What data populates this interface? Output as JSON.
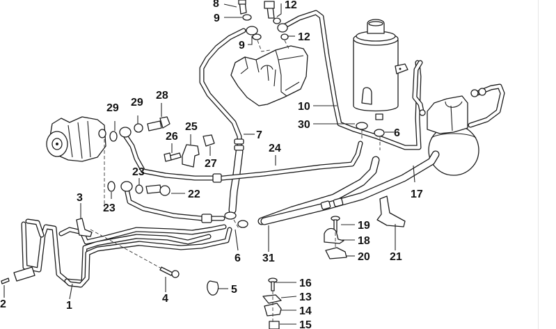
{
  "diagram": {
    "title": "Power steering hydraulic lines exploded parts diagram",
    "colors": {
      "line": "#1a1a1a",
      "background": "#ffffff",
      "label": "#111111"
    },
    "callouts": [
      {
        "id": "c1",
        "label": "1",
        "part": "cooling-coil-line"
      },
      {
        "id": "c2",
        "label": "2",
        "part": "screw"
      },
      {
        "id": "c3",
        "label": "3",
        "part": "bracket"
      },
      {
        "id": "c4",
        "label": "4",
        "part": "bolt"
      },
      {
        "id": "c5",
        "label": "5",
        "part": "grommet"
      },
      {
        "id": "c6a",
        "label": "6",
        "part": "hose-clamp"
      },
      {
        "id": "c6b",
        "label": "6",
        "part": "hose-clamp"
      },
      {
        "id": "c7",
        "label": "7",
        "part": "pressure-line"
      },
      {
        "id": "c8",
        "label": "8",
        "part": "banjo-bolt"
      },
      {
        "id": "c9a",
        "label": "9",
        "part": "seal-ring"
      },
      {
        "id": "c9b",
        "label": "9",
        "part": "seal-ring"
      },
      {
        "id": "c10",
        "label": "10",
        "part": "return-line"
      },
      {
        "id": "c12a",
        "label": "12",
        "part": "seal-ring"
      },
      {
        "id": "c12b",
        "label": "12",
        "part": "seal-ring"
      },
      {
        "id": "c13",
        "label": "13",
        "part": "clip"
      },
      {
        "id": "c14",
        "label": "14",
        "part": "holder"
      },
      {
        "id": "c15",
        "label": "15",
        "part": "sleeve"
      },
      {
        "id": "c16",
        "label": "16",
        "part": "screw"
      },
      {
        "id": "c17",
        "label": "17",
        "part": "hose-line"
      },
      {
        "id": "c18",
        "label": "18",
        "part": "hose-clamp-bracket"
      },
      {
        "id": "c19",
        "label": "19",
        "part": "bolt"
      },
      {
        "id": "c20",
        "label": "20",
        "part": "spring-nut"
      },
      {
        "id": "c21",
        "label": "21",
        "part": "bracket"
      },
      {
        "id": "c22",
        "label": "22",
        "part": "banjo-bolt"
      },
      {
        "id": "c23a",
        "label": "23",
        "part": "seal-ring"
      },
      {
        "id": "c23b",
        "label": "23",
        "part": "seal-ring"
      },
      {
        "id": "c24",
        "label": "24",
        "part": "suction-hose"
      },
      {
        "id": "c25",
        "label": "25",
        "part": "bracket"
      },
      {
        "id": "c26",
        "label": "26",
        "part": "bolt"
      },
      {
        "id": "c27",
        "label": "27",
        "part": "clip"
      },
      {
        "id": "c28",
        "label": "28",
        "part": "banjo-bolt"
      },
      {
        "id": "c29a",
        "label": "29",
        "part": "seal-ring"
      },
      {
        "id": "c29b",
        "label": "29",
        "part": "seal-ring"
      },
      {
        "id": "c30",
        "label": "30",
        "part": "hose-clamp"
      },
      {
        "id": "c31",
        "label": "31",
        "part": "return-hose"
      }
    ]
  }
}
